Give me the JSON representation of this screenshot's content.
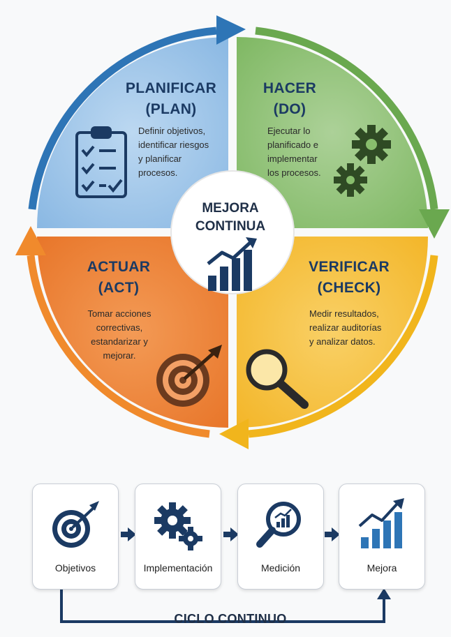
{
  "center": {
    "title_line1": "MEJORA",
    "title_line2": "CONTINUA"
  },
  "quadrants": {
    "plan": {
      "title_line1": "PLANIFICAR",
      "title_line2": "(PLAN)",
      "desc_lines": [
        "Definir objetivos,",
        "identificar riesgos",
        "y planificar",
        "procesos."
      ],
      "color": "#9fc5e8",
      "arrow_color": "#2e75b6",
      "icon": "clipboard-checklist-icon"
    },
    "do": {
      "title_line1": "HACER",
      "title_line2": "(DO)",
      "desc_lines": [
        "Ejecutar lo",
        "planificado e",
        "implementar",
        "los procesos."
      ],
      "color": "#93c47d",
      "arrow_color": "#6aa84f",
      "icon": "gears-icon"
    },
    "check": {
      "title_line1": "VERIFICAR",
      "title_line2": "(CHECK)",
      "desc_lines": [
        "Medir resultados,",
        "realizar auditorías",
        "y analizar datos."
      ],
      "color": "#f6c244",
      "arrow_color": "#f1b51c",
      "icon": "magnifier-icon"
    },
    "act": {
      "title_line1": "ACTUAR",
      "title_line2": "(ACT)",
      "desc_lines": [
        "Tomar acciones",
        "correctivas,",
        "estandarizar y",
        "mejorar."
      ],
      "color": "#f0843a",
      "arrow_color": "#f08a2c",
      "icon": "target-icon"
    }
  },
  "flow": {
    "steps": [
      {
        "label": "Objetivos",
        "icon": "target-arrow-icon"
      },
      {
        "label": "Implementación",
        "icon": "gears-icon"
      },
      {
        "label": "Medición",
        "icon": "magnifier-chart-icon"
      },
      {
        "label": "Mejora",
        "icon": "growth-chart-icon"
      }
    ],
    "cycle_label": "CICLO CONTINUO",
    "accent_color": "#1b3a63"
  }
}
